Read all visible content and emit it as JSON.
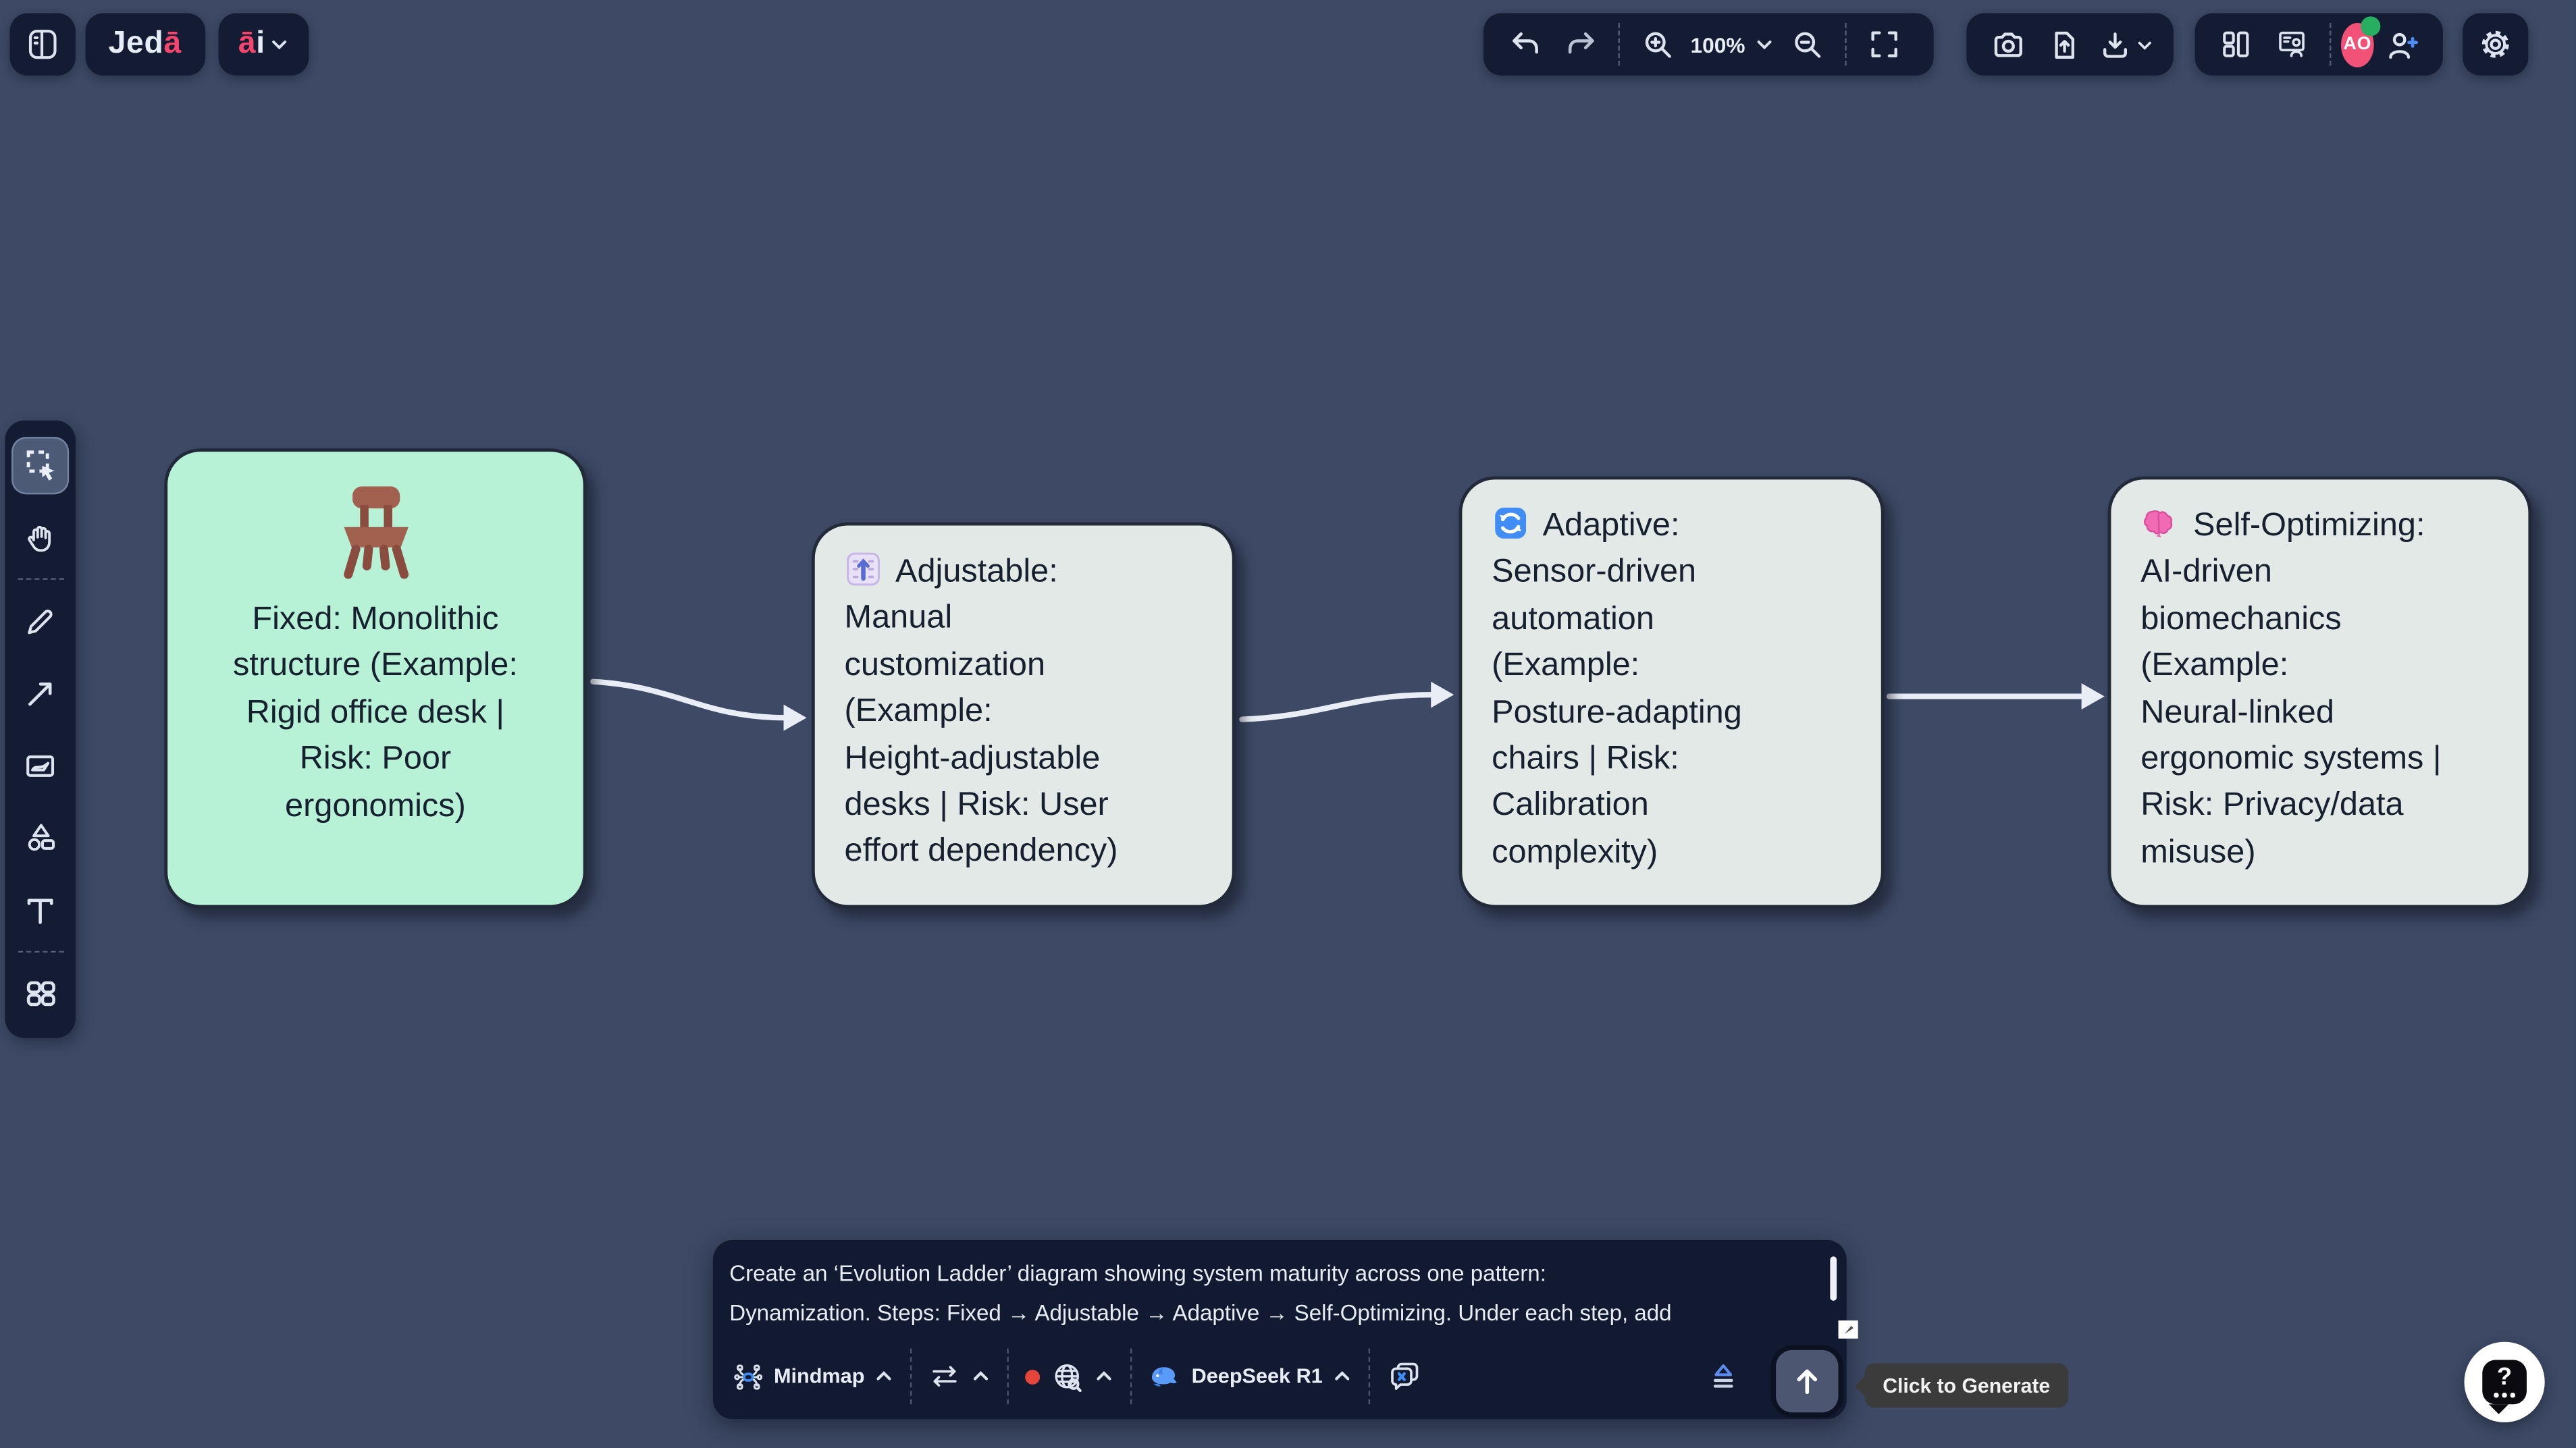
{
  "colors": {
    "canvas_bg": "#3D4965",
    "panel_bg": "#131C33",
    "accent_pink": "#F4456D",
    "avatar_pink": "#F25277",
    "online_green": "#27AE60",
    "accent_blue": "#4C8DF6",
    "node_green_fill": "#B7F2D7",
    "node_gray_fill": "#E3E9E6",
    "node_border": "#222A3A",
    "connector": "#E9EEF6",
    "tooltip_bg": "#3B3B3B"
  },
  "topbar": {
    "logo": {
      "prefix": "Jed",
      "accent": "ā"
    },
    "ai_menu": {
      "accent": "ā",
      "rest": "i"
    },
    "zoom_level": "100%",
    "avatar_initials": "AO"
  },
  "toolbar_icons": [
    "sidebar-toggle",
    "undo",
    "redo",
    "zoom-in",
    "zoom-out",
    "fullscreen",
    "screenshot",
    "import-file",
    "download",
    "layout-columns",
    "present",
    "invite-person",
    "settings-gear"
  ],
  "sidebar_tools": [
    "select",
    "pan-hand",
    "pen",
    "connector-arrow",
    "frame-image",
    "shapes",
    "text",
    "apps-grid"
  ],
  "nodes": [
    {
      "icon": "chair",
      "fill": "#B7F2D7",
      "text": "Fixed: Monolithic\nstructure (Example:\nRigid office desk |\nRisk: Poor\nergonomics)"
    },
    {
      "icon": "level-slider",
      "fill": "#E3E9E6",
      "text": "Adjustable:\nManual\ncustomization\n(Example:\nHeight-adjustable\ndesks | Risk: User\neffort dependency)"
    },
    {
      "icon": "counterclockwise-arrows",
      "fill": "#E3E9E6",
      "text": "Adaptive:\nSensor-driven\nautomation\n(Example:\nPosture-adapting\nchairs | Risk:\nCalibration\ncomplexity)"
    },
    {
      "icon": "brain",
      "fill": "#E3E9E6",
      "text": "Self-Optimizing:\nAI-driven\nbiomechanics\n(Example:\nNeural-linked\nergonomic systems |\nRisk: Privacy/data\nmisuse)"
    }
  ],
  "connectors": [
    "node-1-to-node-2",
    "node-2-to-node-3",
    "node-3-to-node-4"
  ],
  "prompt": {
    "value": "Create an ‘Evolution Ladder’ diagram showing system maturity across one pattern:\nDynamization. Steps: Fixed → Adjustable → Adaptive → Self-Optimizing. Under each step, add",
    "generator_label": "Mindmap",
    "model_label": "DeepSeek R1",
    "tooltip": "Click to Generate"
  },
  "help": {
    "label": "?"
  }
}
